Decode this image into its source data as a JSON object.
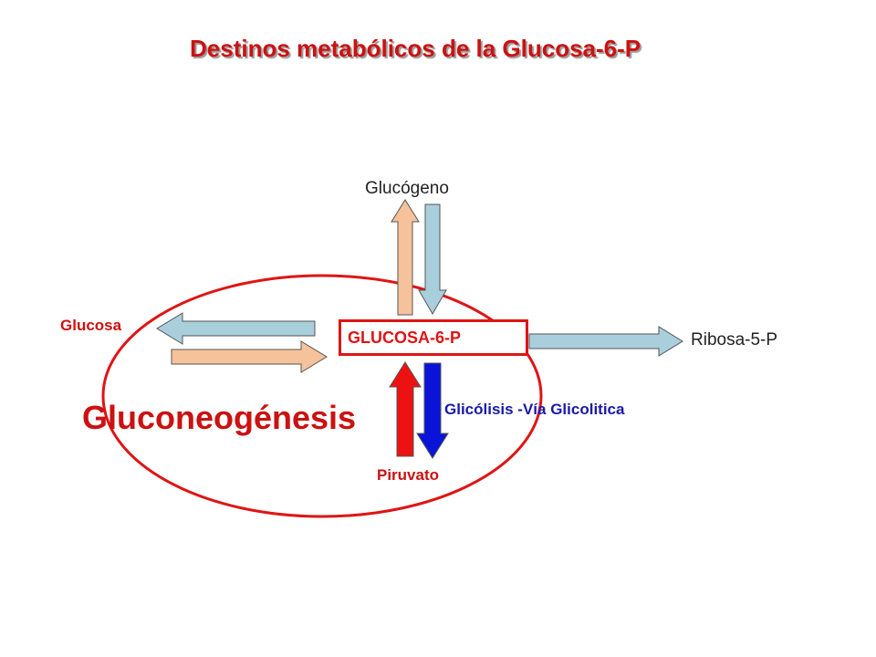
{
  "title": "Destinos metabólicos de la Glucosa-6-P",
  "nodes": {
    "glucogeno": "Glucógeno",
    "glucosa": "Glucosa",
    "glucosa6p": "GLUCOSA-6-P",
    "ribosa5p": "Ribosa-5-P",
    "piruvato": "Piruvato"
  },
  "pathways": {
    "gluconeogenesis": "Gluconeogénesis",
    "glicolisis": "Glicólisis -Vía Glicolitica"
  },
  "colors": {
    "title": "#cc1111",
    "box_border": "#e01414",
    "arrow_blue_light": "#a9cfdc",
    "arrow_orange_light": "#f6c29b",
    "arrow_red": "#ee1111",
    "arrow_blue": "#0a14d8",
    "ellipse": "#e01414"
  }
}
